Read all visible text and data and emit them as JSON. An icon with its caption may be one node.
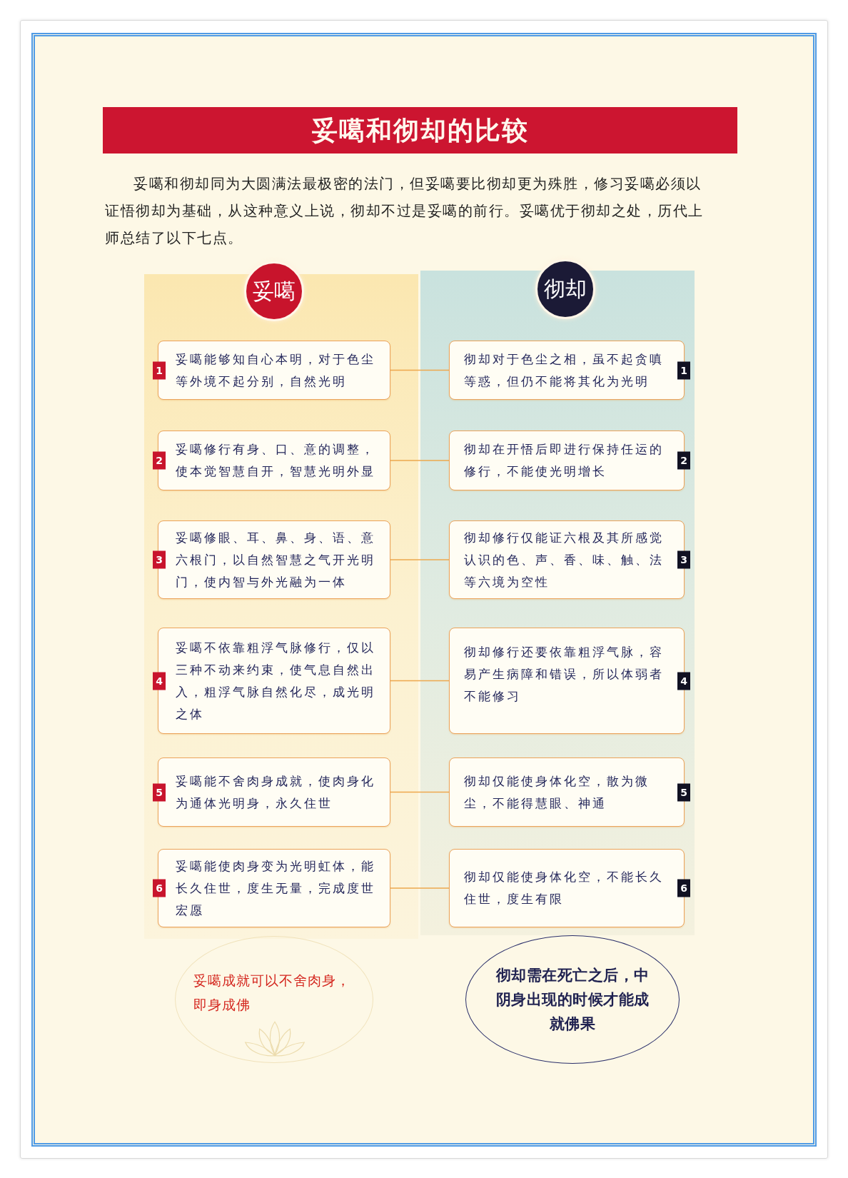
{
  "diagram": {
    "title": "妥噶和彻却的比较",
    "nodes": [
      {
        "text": [
          "妥噶"
        ]
      },
      {
        "text": [
          "彻却"
        ]
      },
      {
        "text": [
          "1",
          "妥噶能够知自心本明，对于色尘等外境不起分别，自然光明"
        ]
      },
      {
        "text": [
          "彻却对于色尘之相，虽不起贪嗔等惑，但仍不能将其化为光明",
          "1"
        ]
      },
      {
        "text": [
          "2",
          "妥噶修行有身、口、意的调整，使本觉智慧自开，智慧光明外显"
        ]
      },
      {
        "text": [
          "彻却在开悟后即进行保持任运的修行，不能使光明增长",
          "2"
        ]
      },
      {
        "text": [
          "3",
          "妥噶修眼、耳、鼻、身、语、意六根门，以自然智慧之气开光明门，使内智与外光融为一体"
        ]
      },
      {
        "text": [
          "彻却修行仅能证六根及其所感觉认识的色、声、香、味、触、法等六境为空性",
          "3"
        ]
      },
      {
        "text": [
          "4",
          "妥噶不依靠粗浮气脉修行，仅以三种不动来约束，使气息自然出入，粗浮气脉自然化尽，成光明之体"
        ]
      },
      {
        "text": [
          "彻却修行还要依靠粗浮气脉，容易产生病障和错误，所以体弱者不能修习",
          "4"
        ]
      },
      {
        "text": [
          "5",
          "妥噶能不舍肉身成就，使肉身化为通体光明身，永久住世"
        ]
      },
      {
        "text": [
          "彻却仅能使身体化空，散为微尘，不能得慧眼、神通",
          "5"
        ]
      },
      {
        "text": [
          "6",
          "妥噶能使肉身变为光明虹体，能长久住世，度生无量，完成度世宏愿"
        ]
      },
      {
        "text": [
          "彻却仅能使身体化空，不能长久住世，度生有限",
          "6"
        ]
      },
      {
        "text": [
          "妥噶成就可以不舍肉身，即身成佛"
        ]
      },
      {
        "text": [
          "彻却需在死亡之后，中阴身出现的时候才能成就佛果"
        ]
      }
    ],
    "edges": [
      {
        "from": 2,
        "to": 3,
        "arrow": "none"
      },
      {
        "from": 4,
        "to": 5,
        "arrow": "none"
      },
      {
        "from": 6,
        "to": 7,
        "arrow": "none"
      },
      {
        "from": 8,
        "to": 9,
        "arrow": "none"
      },
      {
        "from": 10,
        "to": 11,
        "arrow": "none"
      },
      {
        "from": 12,
        "to": 13,
        "arrow": "none"
      }
    ],
    "labels": [
      "妥噶和彻却同为大圆满法最极密的法门，但妥噶要比彻却更为殊胜，修习妥噶必须以证悟彻却为基础，从这种意义上说，彻却不过是妥噶的前行。妥噶优于彻却之处，历代上师总结了以下七点。"
    ]
  }
}
